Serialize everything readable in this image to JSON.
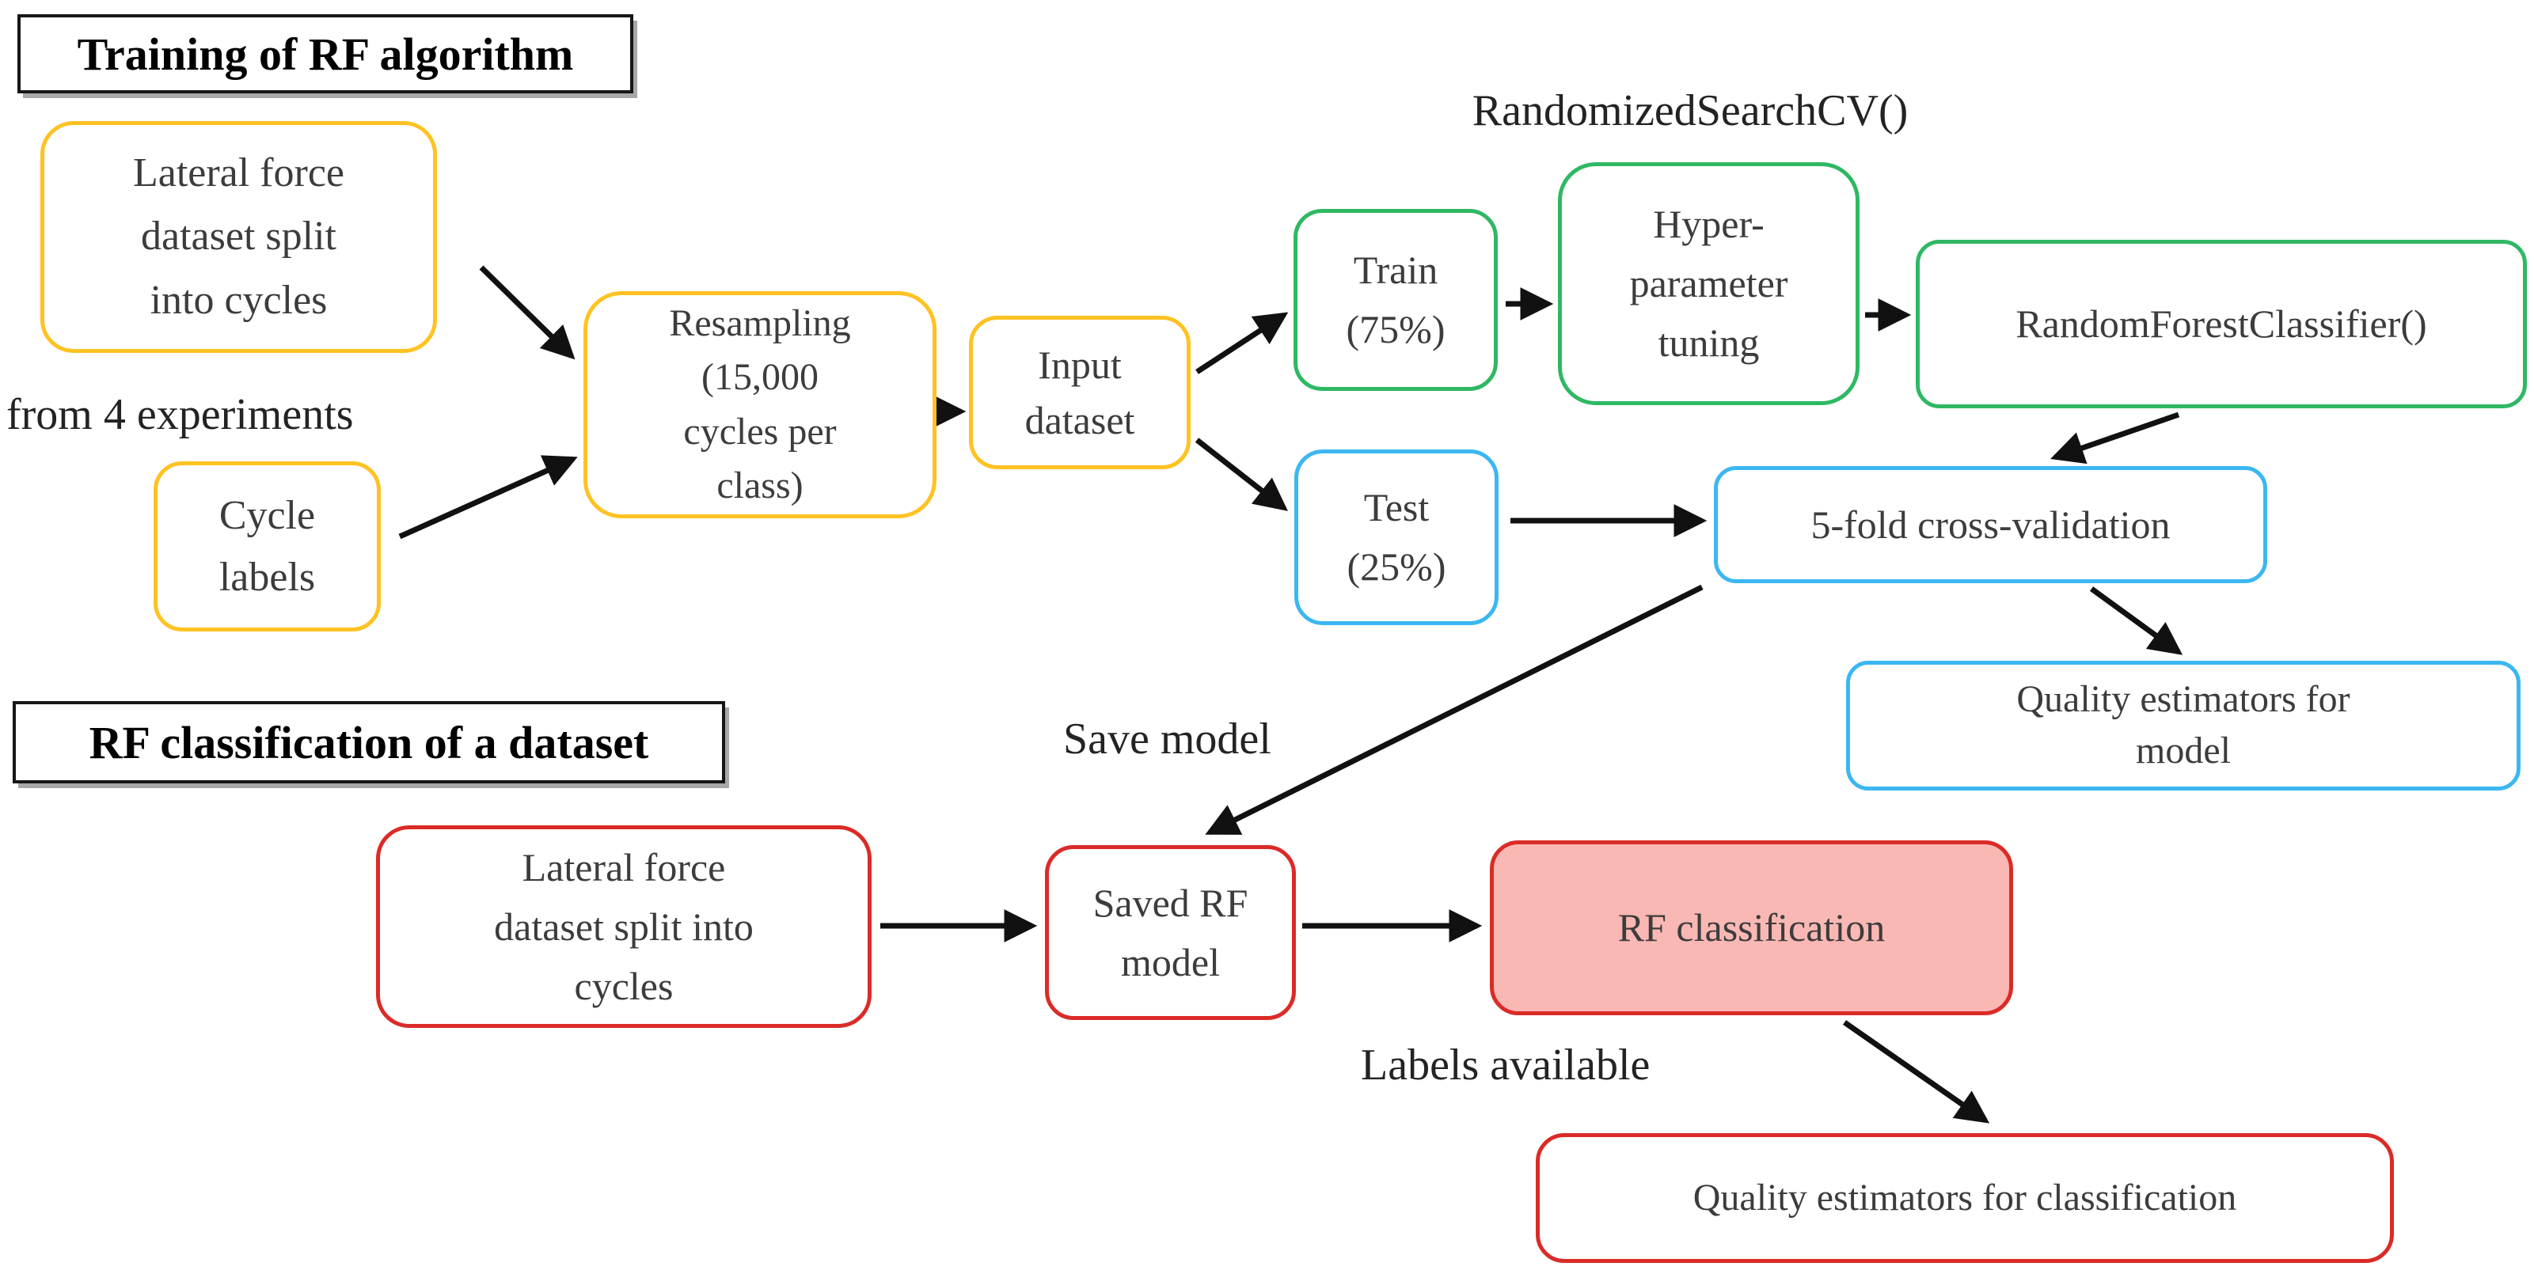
{
  "colors": {
    "yellow": "#FFC222",
    "green": "#2FB863",
    "blue": "#3BB7F1",
    "red": "#DB2B27",
    "pink_fill": "#F9B8B4",
    "arrow_ink": "#111111"
  },
  "headers": {
    "training": "Training of RF algorithm",
    "classification": "RF classification of a dataset"
  },
  "annotations": {
    "from_experiments": "from 4 experiments",
    "randomized_search_cv": "RandomizedSearchCV()",
    "save_model": "Save model",
    "labels_available": "Labels available"
  },
  "nodes": {
    "lateral_force_train": "Lateral force\ndataset split\ninto cycles",
    "cycle_labels": "Cycle\nlabels",
    "resampling": "Resampling\n(15,000\ncycles per\nclass)",
    "input_dataset": "Input\ndataset",
    "train": "Train\n(75%)",
    "hyperparameter_tuning": "Hyper-\nparameter\ntuning",
    "random_forest_classifier": "RandomForestClassifier()",
    "test": "Test\n(25%)",
    "five_fold_cv": "5-fold cross-validation",
    "quality_model": "Quality estimators for\nmodel",
    "lateral_force_classify": "Lateral force\ndataset split into\ncycles",
    "saved_rf_model": "Saved RF\nmodel",
    "rf_classification": "RF classification",
    "quality_classification": "Quality estimators for classification"
  }
}
